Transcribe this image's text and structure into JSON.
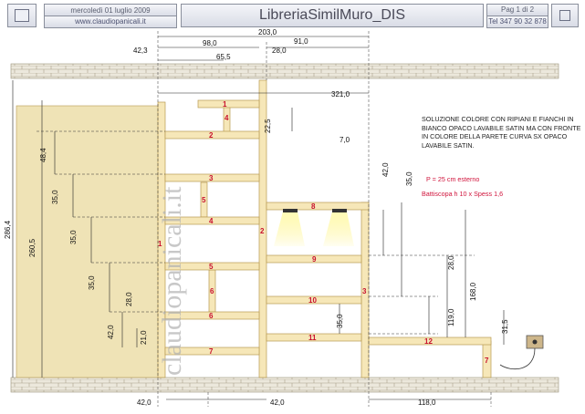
{
  "header": {
    "date": "mercoledì 01 luglio 2009",
    "url": "www.claudiopanicali.it",
    "title": "LibreriaSimilMuro_DIS",
    "page": "Pag 1 di 2",
    "tel": "Tel 347 90 32 878"
  },
  "watermark": "claudiopanicali.it",
  "notes": {
    "text": "SOLUZIONE COLORE CON RIPIANI E FIANCHI IN BIANCO OPACO LAVABILE SATIN MA CON FRONTE IN COLORE DELLA PARETE CURVA SX OPACO LAVABILE SATIN.",
    "depth": "P = 25 cm esterno",
    "baseboard": "Battiscopa h 10 x Spess 1,6"
  },
  "dimensions": {
    "d203": "203,0",
    "d423": "42,3",
    "d980": "98,0",
    "d655": "65,5",
    "d280a": "28,0",
    "d910": "91,0",
    "d3210": "321,0",
    "d2864": "286,4",
    "d2605": "260,5",
    "d484": "48,4",
    "d350a": "35,0",
    "d350b": "35,0",
    "d350c": "35,0",
    "d280b": "28,0",
    "d420a": "42,0",
    "d210": "21,0",
    "d225": "22,5",
    "d70": "7,0",
    "d420b": "42,0",
    "d350d": "35,0",
    "d280c": "28,0",
    "d1680": "168,0",
    "d1190": "119,0",
    "d350e": "35,0",
    "d315": "31,5",
    "d420c": "42,0",
    "d420d": "42,0",
    "d1180": "118,0"
  },
  "part_numbers": [
    "1",
    "2",
    "3",
    "4",
    "5",
    "6",
    "7",
    "8",
    "9",
    "10",
    "11",
    "12"
  ],
  "colors": {
    "wood": "#f6e7b8",
    "wood_edge": "#b89a52",
    "brick": "#ece8dc",
    "label": "#c8102e",
    "wall": "#efe3b6",
    "light": "#fff27a"
  }
}
